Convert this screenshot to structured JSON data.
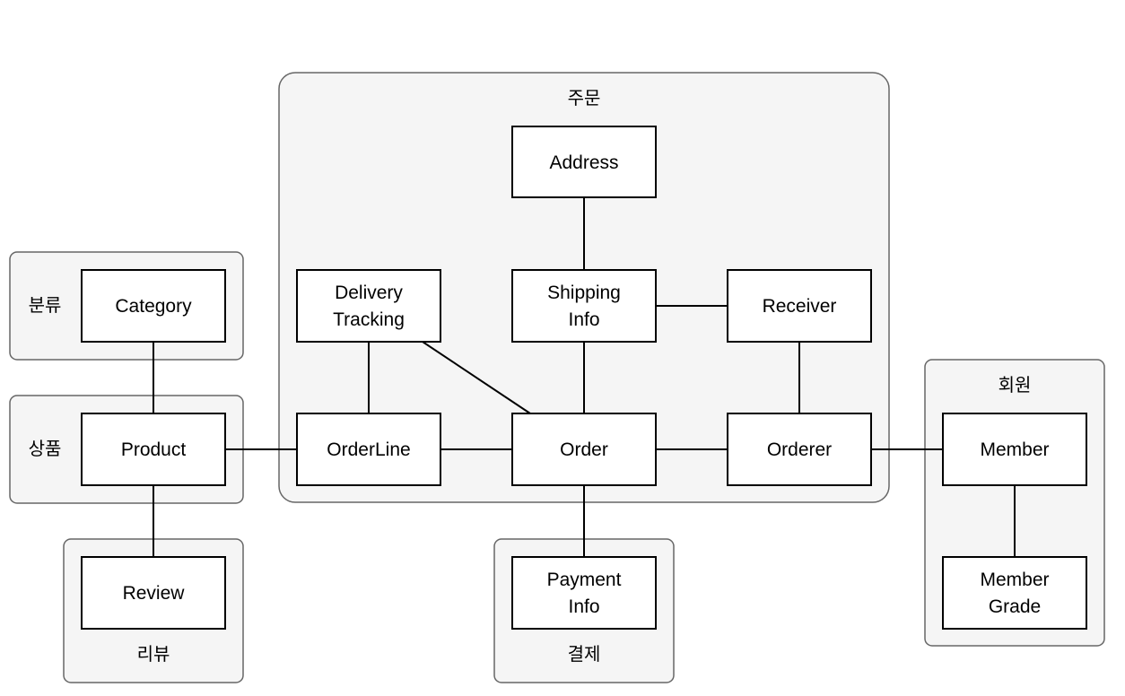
{
  "groups": {
    "order": {
      "label": "주문"
    },
    "category": {
      "label": "분류"
    },
    "product": {
      "label": "상품"
    },
    "review": {
      "label": "리뷰"
    },
    "payment": {
      "label": "결제"
    },
    "member": {
      "label": "회원"
    }
  },
  "entities": {
    "address": {
      "lines": [
        "Address"
      ]
    },
    "delivery_tracking": {
      "lines": [
        "Delivery",
        "Tracking"
      ]
    },
    "shipping_info": {
      "lines": [
        "Shipping",
        "Info"
      ]
    },
    "receiver": {
      "lines": [
        "Receiver"
      ]
    },
    "orderline": {
      "lines": [
        "OrderLine"
      ]
    },
    "order": {
      "lines": [
        "Order"
      ]
    },
    "orderer": {
      "lines": [
        "Orderer"
      ]
    },
    "category": {
      "lines": [
        "Category"
      ]
    },
    "product": {
      "lines": [
        "Product"
      ]
    },
    "review": {
      "lines": [
        "Review"
      ]
    },
    "payment_info": {
      "lines": [
        "Payment",
        "Info"
      ]
    },
    "member": {
      "lines": [
        "Member"
      ]
    },
    "member_grade": {
      "lines": [
        "Member",
        "Grade"
      ]
    }
  }
}
